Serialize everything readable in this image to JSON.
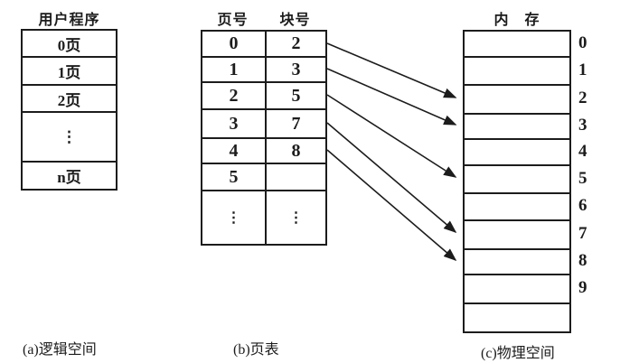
{
  "logical_space": {
    "title": "用户程序",
    "rows": [
      "0页",
      "1页",
      "2页",
      "⋮",
      "n页"
    ],
    "caption": "(a)逻辑空间"
  },
  "page_table": {
    "headers": {
      "page": "页号",
      "block": "块号"
    },
    "rows": [
      {
        "page": "0",
        "block": "2"
      },
      {
        "page": "1",
        "block": "3"
      },
      {
        "page": "2",
        "block": "5"
      },
      {
        "page": "3",
        "block": "7"
      },
      {
        "page": "4",
        "block": "8"
      },
      {
        "page": "5",
        "block": ""
      },
      {
        "page": "⋮",
        "block": "⋮"
      }
    ],
    "caption": "(b)页表"
  },
  "memory": {
    "title": "内　存",
    "frame_labels": [
      "0",
      "1",
      "2",
      "3",
      "4",
      "5",
      "6",
      "7",
      "8",
      "9"
    ],
    "row_count": 11,
    "caption": "(c)物理空间"
  },
  "mappings": [
    {
      "page": "0",
      "block": "2",
      "frame": "2"
    },
    {
      "page": "1",
      "block": "3",
      "frame": "3"
    },
    {
      "page": "2",
      "block": "5",
      "frame": "5"
    },
    {
      "page": "3",
      "block": "7",
      "frame": "7"
    },
    {
      "page": "4",
      "block": "8",
      "frame": "8"
    }
  ],
  "colors": {
    "ink": "#1c1c1c",
    "background": "#ffffff"
  }
}
